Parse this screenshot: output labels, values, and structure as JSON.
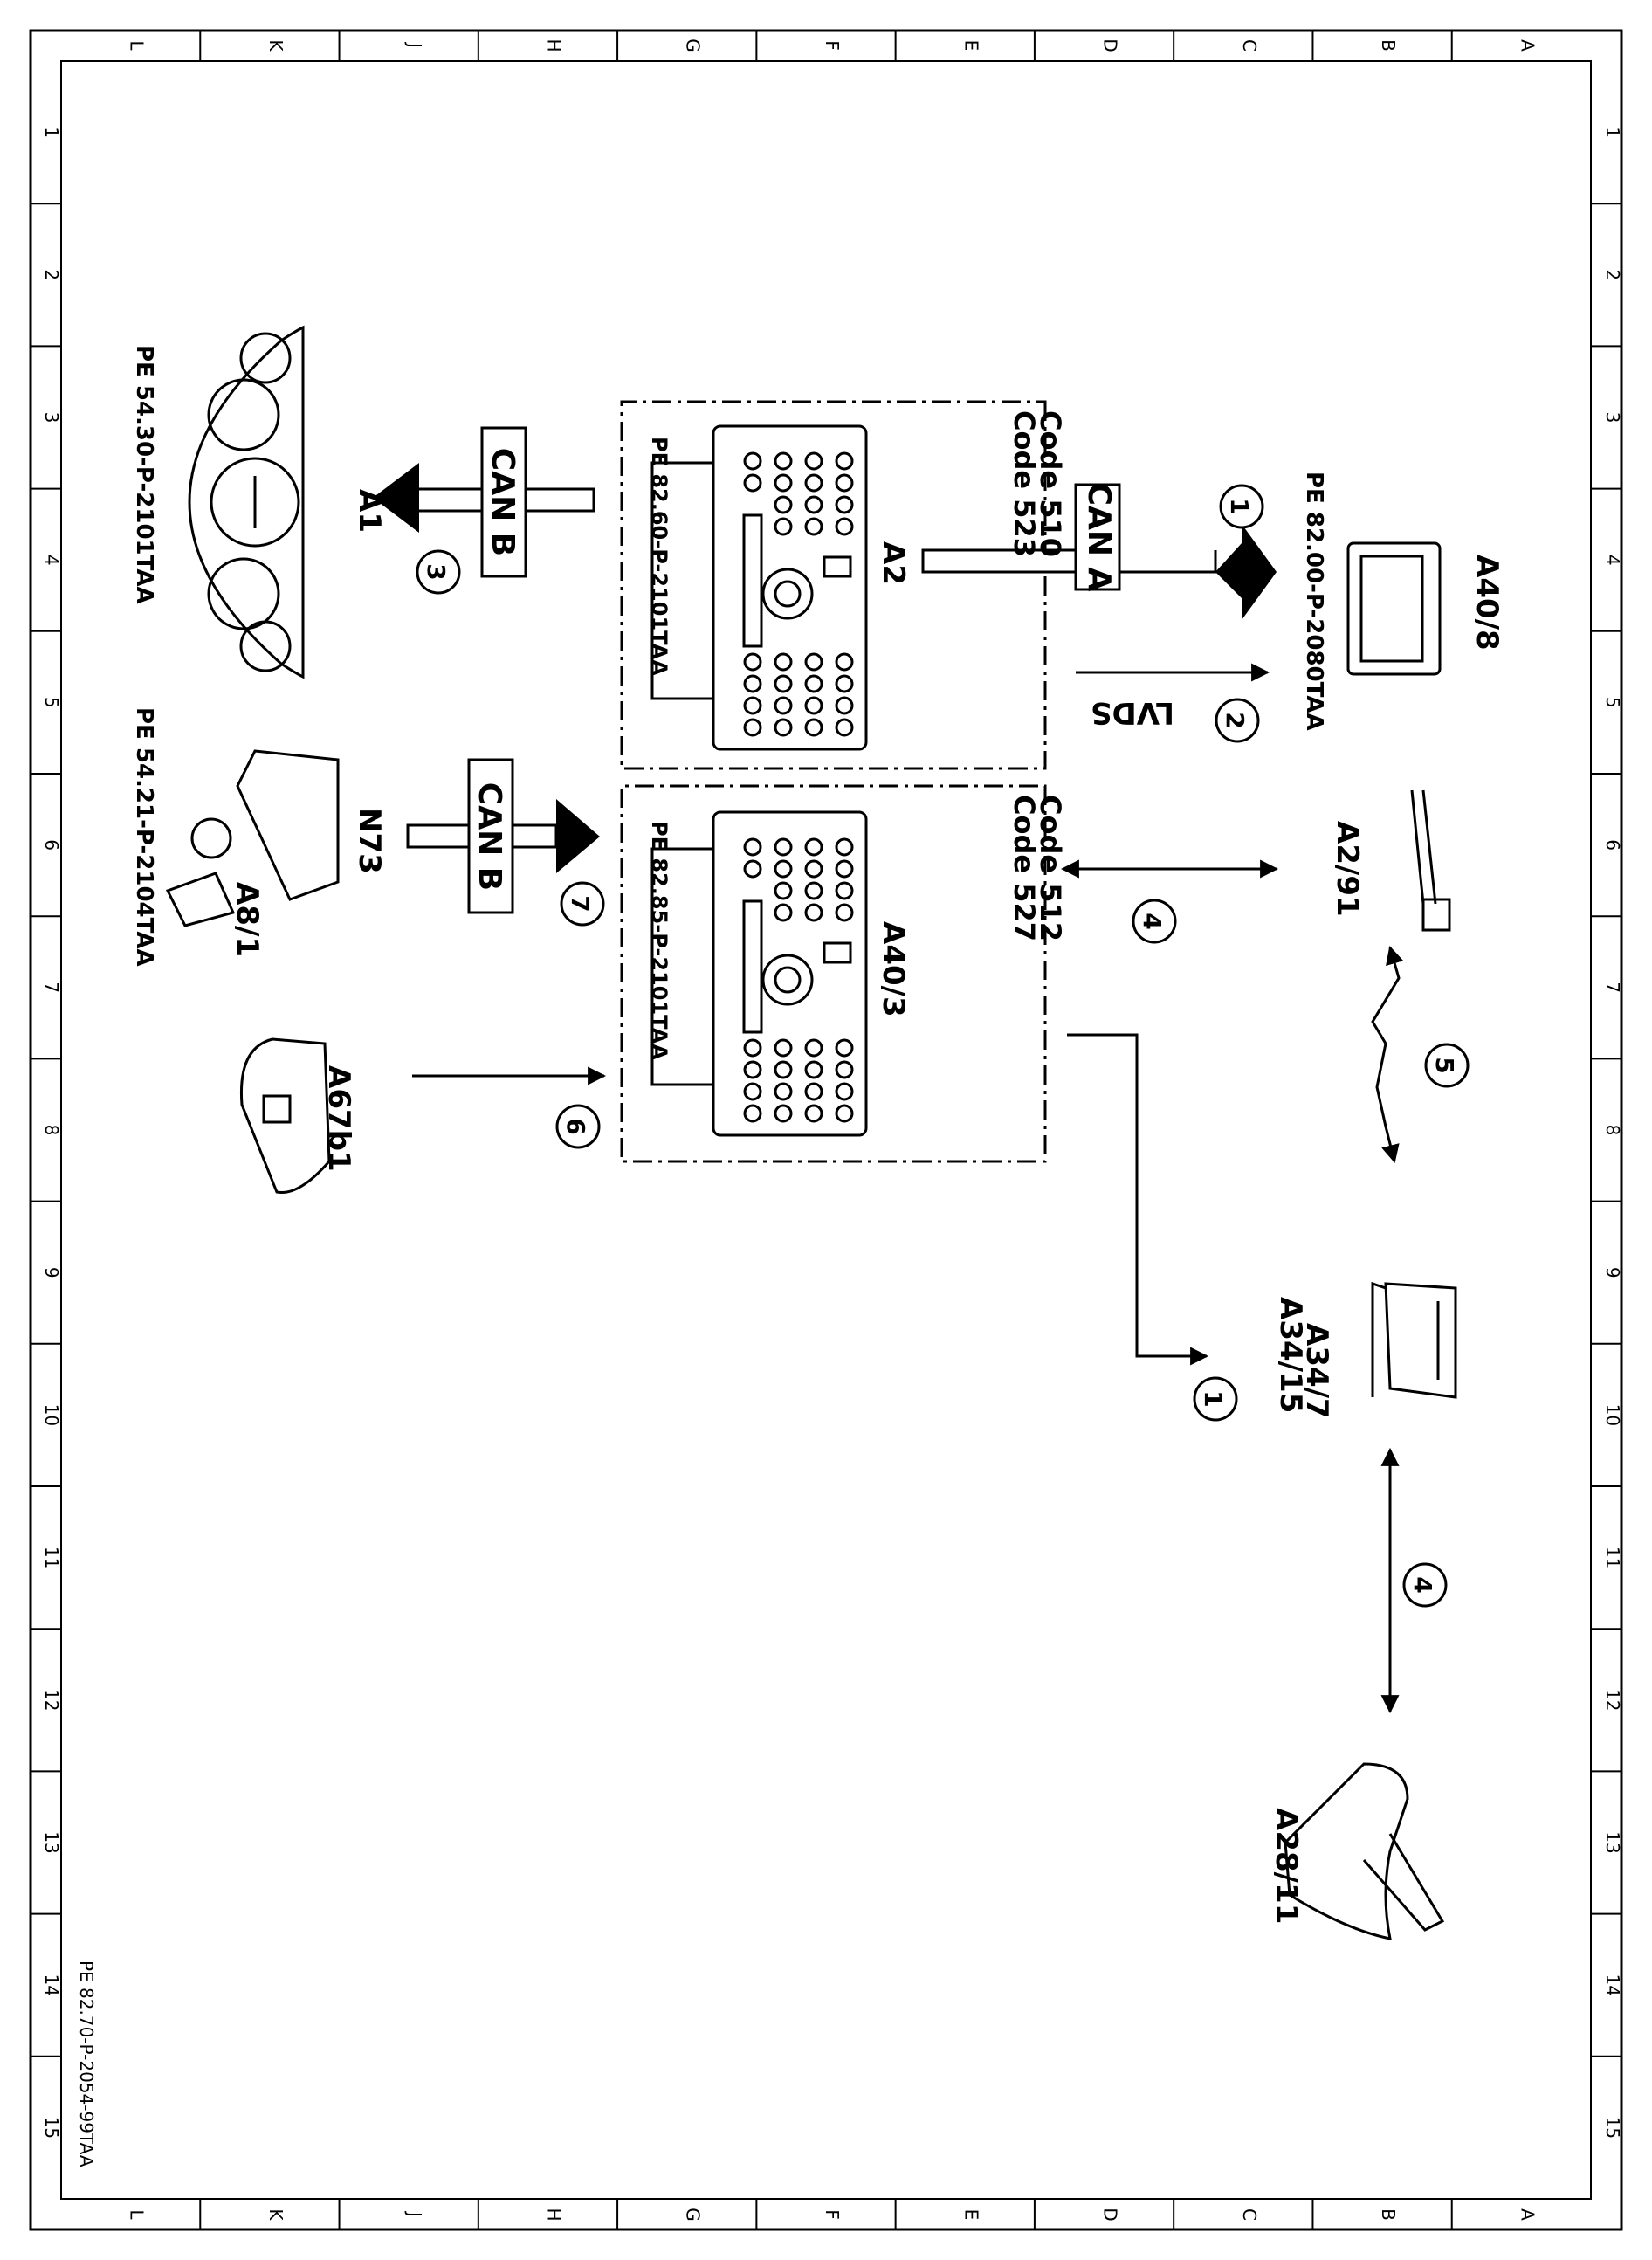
{
  "border": {
    "letters": [
      "L",
      "K",
      "J",
      "H",
      "G",
      "F",
      "E",
      "D",
      "C",
      "B",
      "A"
    ],
    "numbers": [
      "1",
      "2",
      "3",
      "4",
      "5",
      "6",
      "7",
      "8",
      "9",
      "10",
      "11",
      "12",
      "13",
      "14",
      "15"
    ]
  },
  "document_id": "PE 82.70-P-2054-99TAA",
  "components": {
    "a1": "A1",
    "a2": "A2",
    "a40_3": "A40/3",
    "a40_8": "A40/8",
    "n73": "N73",
    "a8_1": "A8/1",
    "a67b1": "A67b1",
    "a2_91": "A2/91",
    "a34_7": "A34/7",
    "a34_15": "A34/15",
    "a28_11": "A28/11"
  },
  "codes": {
    "a2_code1": "Code 510",
    "a2_code2": "Code 523",
    "a40_3_code1": "Code 512",
    "a40_3_code2": "Code 527"
  },
  "references": {
    "a1": "PE 54.30-P-2101TAA",
    "n73": "PE 54.21-P-2104TAA",
    "a2": "PE 82.60-P-2101TAA",
    "a40_3": "PE 82.85-P-2101TAA",
    "a40_8": "PE 82.00-P-2080TAA"
  },
  "buses": {
    "can_b_a1": "CAN B",
    "can_b_n73": "CAN B",
    "can_a": "CAN A",
    "lvds": "LVDS"
  },
  "markers": {
    "m1_top": "1",
    "m2": "2",
    "m3": "3",
    "m4_upper": "4",
    "m5": "5",
    "m6": "6",
    "m7": "7",
    "m1_lower": "1",
    "m4_lower": "4"
  }
}
